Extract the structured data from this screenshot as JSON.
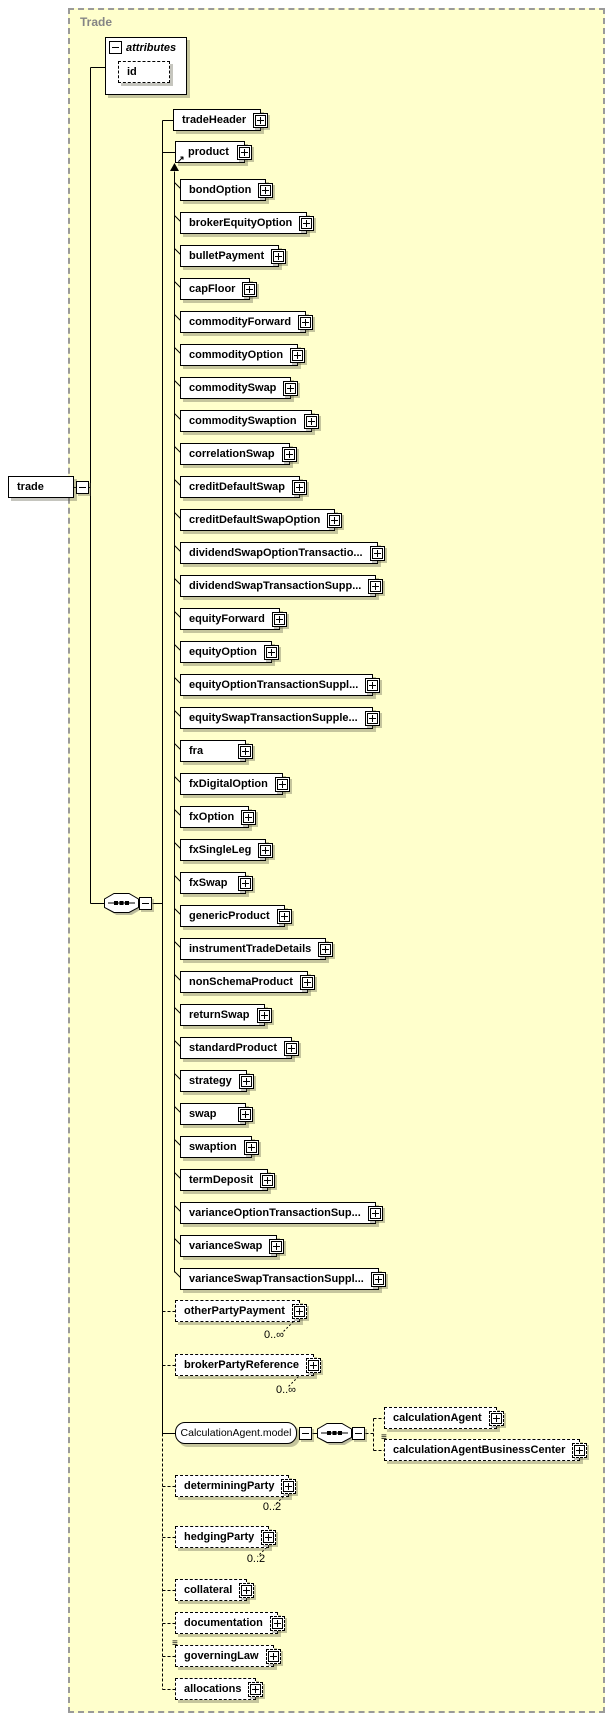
{
  "frame_title": "Trade",
  "root": {
    "label": "trade"
  },
  "attributes": {
    "header": "attributes",
    "items": [
      {
        "label": "id"
      }
    ]
  },
  "children": {
    "tradeHeader": {
      "label": "tradeHeader"
    },
    "product": {
      "label": "product"
    }
  },
  "product_members": [
    "bondOption",
    "brokerEquityOption",
    "bulletPayment",
    "capFloor",
    "commodityForward",
    "commodityOption",
    "commoditySwap",
    "commoditySwaption",
    "correlationSwap",
    "creditDefaultSwap",
    "creditDefaultSwapOption",
    "dividendSwapOptionTransactio...",
    "dividendSwapTransactionSupp...",
    "equityForward",
    "equityOption",
    "equityOptionTransactionSuppl...",
    "equitySwapTransactionSupple...",
    "fra",
    "fxDigitalOption",
    "fxOption",
    "fxSingleLeg",
    "fxSwap",
    "genericProduct",
    "instrumentTradeDetails",
    "nonSchemaProduct",
    "returnSwap",
    "standardProduct",
    "strategy",
    "swap",
    "swaption",
    "termDeposit",
    "varianceOptionTransactionSup...",
    "varianceSwap",
    "varianceSwapTransactionSuppl..."
  ],
  "optional_elements": {
    "otherPartyPayment": {
      "label": "otherPartyPayment",
      "occurrence": "0..∞"
    },
    "brokerPartyReference": {
      "label": "brokerPartyReference",
      "occurrence": "0..∞"
    },
    "determiningParty": {
      "label": "determiningParty",
      "occurrence": "0..2"
    },
    "hedgingParty": {
      "label": "hedgingParty",
      "occurrence": "0..2"
    },
    "collateral": {
      "label": "collateral"
    },
    "documentation": {
      "label": "documentation"
    },
    "governingLaw": {
      "label": "governingLaw"
    },
    "allocations": {
      "label": "allocations"
    }
  },
  "calculation_agent_group": {
    "label": "CalculationAgent.model",
    "children": {
      "calculationAgent": {
        "label": "calculationAgent"
      },
      "calculationAgentBusinessCenter": {
        "label": "calculationAgentBusinessCenter"
      }
    }
  },
  "icons": {
    "substitution_arrow_icon": "↗",
    "stack_icon": "≡"
  }
}
